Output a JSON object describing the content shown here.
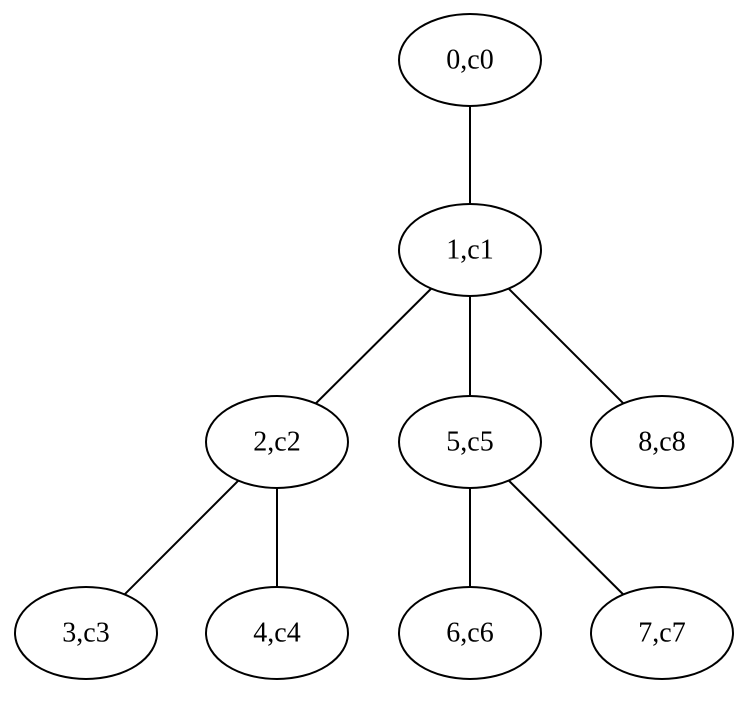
{
  "diagram": {
    "type": "tree",
    "colors": {
      "background": "#ffffff",
      "stroke": "#000000",
      "text": "#000000"
    },
    "nodes": [
      {
        "id": "n0",
        "label": "0,c0"
      },
      {
        "id": "n1",
        "label": "1,c1"
      },
      {
        "id": "n2",
        "label": "2,c2"
      },
      {
        "id": "n5",
        "label": "5,c5"
      },
      {
        "id": "n8",
        "label": "8,c8"
      },
      {
        "id": "n3",
        "label": "3,c3"
      },
      {
        "id": "n4",
        "label": "4,c4"
      },
      {
        "id": "n6",
        "label": "6,c6"
      },
      {
        "id": "n7",
        "label": "7,c7"
      }
    ],
    "edges": [
      {
        "from": "n0",
        "to": "n1"
      },
      {
        "from": "n1",
        "to": "n2"
      },
      {
        "from": "n1",
        "to": "n5"
      },
      {
        "from": "n1",
        "to": "n8"
      },
      {
        "from": "n2",
        "to": "n3"
      },
      {
        "from": "n2",
        "to": "n4"
      },
      {
        "from": "n5",
        "to": "n6"
      },
      {
        "from": "n5",
        "to": "n7"
      }
    ]
  }
}
